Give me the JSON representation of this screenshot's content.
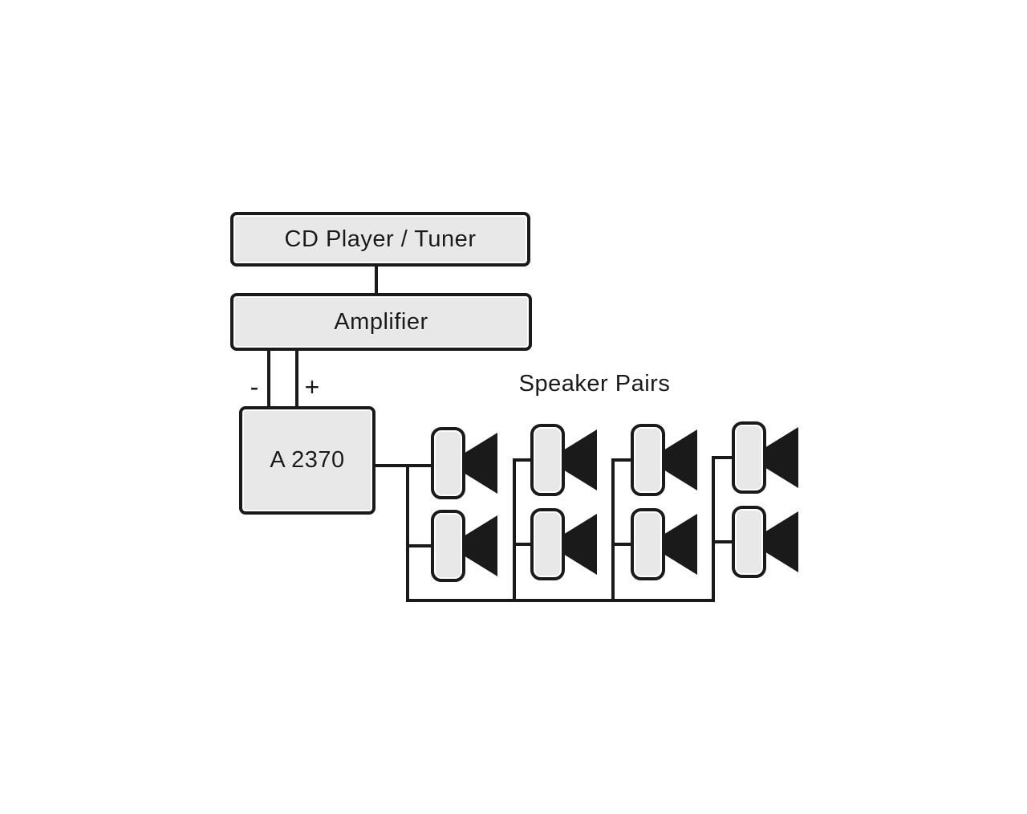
{
  "diagram": {
    "nodes": {
      "cd_player": {
        "label": "CD Player / Tuner"
      },
      "amplifier": {
        "label": "Amplifier"
      },
      "selector": {
        "label": "A 2370"
      }
    },
    "labels": {
      "speaker_pairs": "Speaker Pairs",
      "minus": "-",
      "plus": "+"
    },
    "speakers": {
      "pair_columns": 4,
      "speakers_per_column": 2,
      "total": 8
    }
  },
  "colors": {
    "bg": "#ffffff",
    "box-fill": "#e8e8e8",
    "line": "#1a1a1a",
    "text": "#1a1a1a"
  }
}
